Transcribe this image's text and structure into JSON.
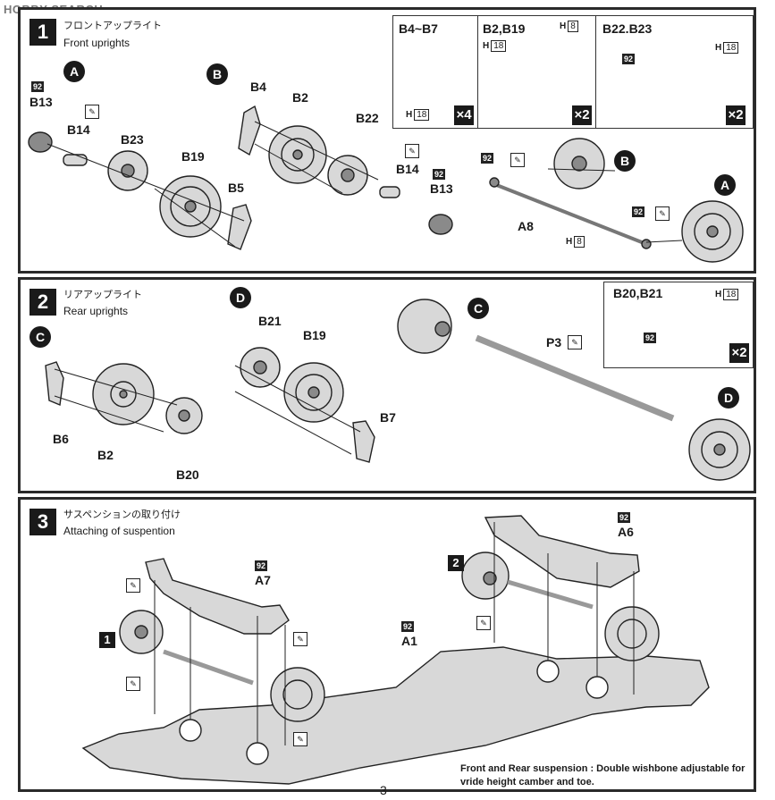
{
  "watermark": "HOBBY SEARCH",
  "page_number": "3",
  "step1": {
    "number": "1",
    "title_jp": "フロントアップライト",
    "title_en": "Front uprights",
    "group_a": "A",
    "group_b": "B",
    "labels": {
      "b13_left": "B13",
      "b14_left": "B14",
      "b23": "B23",
      "b19": "B19",
      "b5": "B5",
      "b4": "B4",
      "b2": "B2",
      "b22": "B22",
      "b14_right": "B14",
      "b13_right": "B13",
      "a8": "A8",
      "h8": "8"
    },
    "code92": "92",
    "inset": {
      "c1_title": "B4~B7",
      "c1_h": "18",
      "c1_mult": "×4",
      "c2_title": "B2,B19",
      "c2_h1": "8",
      "c2_h2": "18",
      "c2_mult": "×2",
      "c3_title": "B22.B23",
      "c3_h": "18",
      "c3_mult": "×2"
    }
  },
  "step2": {
    "number": "2",
    "title_jp": "リアアップライト",
    "title_en": "Rear uprights",
    "group_c": "C",
    "group_d": "D",
    "labels": {
      "b6": "B6",
      "b2": "B2",
      "b20": "B20",
      "b21": "B21",
      "b19": "B19",
      "b7": "B7",
      "p3": "P3"
    },
    "inset": {
      "title": "B20,B21",
      "h": "18",
      "mult": "×2"
    }
  },
  "step3": {
    "number": "3",
    "title_jp": "サスペンションの取り付け",
    "title_en": "Attaching of suspention",
    "labels": {
      "a7": "A7",
      "a6": "A6",
      "a1": "A1",
      "ref1": "1",
      "ref2": "2"
    },
    "note": "Front and Rear suspension : Double wishbone adjustable for vride height camber and toe."
  },
  "h_prefix": "H"
}
